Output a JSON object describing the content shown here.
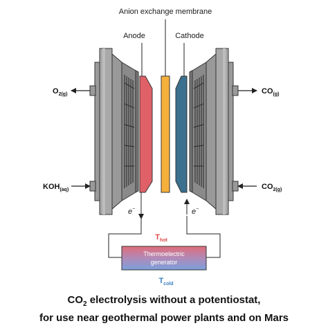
{
  "labels": {
    "membrane": "Anion exchange membrane",
    "anode": "Anode",
    "cathode": "Cathode",
    "o2": "O",
    "o2_sub": "2(g)",
    "co": "CO",
    "co_sub": "(g)",
    "koh": "KOH",
    "koh_sub": "(aq)",
    "co2": "CO",
    "co2_sub": "2(g)",
    "electron_left": "e",
    "electron_right": "e",
    "electron_sup": "−",
    "t_hot": "T",
    "t_hot_sub": "hot",
    "t_cold": "T",
    "t_cold_sub": "cold",
    "teg_line1": "Thermoelectric",
    "teg_line2": "generator"
  },
  "caption": {
    "line1_a": "CO",
    "line1_sub": "2",
    "line1_b": " electrolysis without a potentiostat,",
    "line2": "for use near geothermal power plants and on Mars"
  },
  "colors": {
    "plate": "#a9a9a9",
    "plate_dark": "#7d7d7d",
    "anode": "#e06068",
    "membrane": "#f5b03c",
    "cathode": "#3b708e",
    "hot": "#e04646",
    "cold": "#3b7fc4"
  }
}
